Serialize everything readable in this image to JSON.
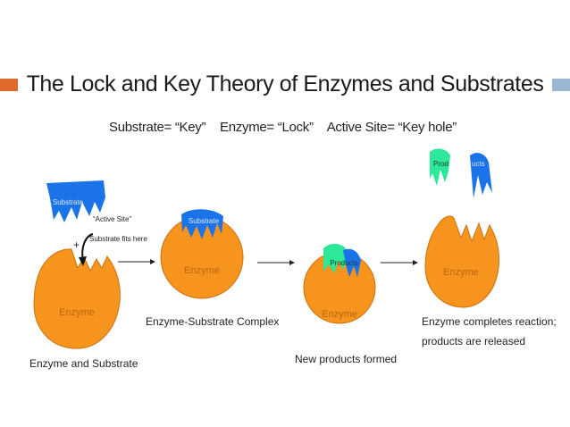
{
  "title": "The Lock and Key Theory of Enzymes and Substrates",
  "definitions": {
    "substrate": "Substrate= “Key”",
    "enzyme": "Enzyme= “Lock”",
    "active_site": "Active Site= “Key hole”"
  },
  "stage1": {
    "substrate_label": "Substrate",
    "active_site_label": "“Active Site”",
    "fits_label": "Substrate fits here",
    "plus": "+",
    "enzyme_label": "Enzyme",
    "caption": "Enzyme and Substrate"
  },
  "stage2": {
    "substrate_label": "Substrate",
    "enzyme_label": "Enzyme",
    "caption": "Enzyme-Substrate Complex"
  },
  "stage3": {
    "products_label": "Products",
    "enzyme_label": "Enzyme",
    "caption": "New products formed"
  },
  "stage4": {
    "prod_label_left": "Prod",
    "prod_label_right": "ucts",
    "enzyme_label": "Enzyme",
    "caption_line1": "Enzyme completes reaction;",
    "caption_line2": "products are released"
  },
  "colors": {
    "enzyme": "#f7941d",
    "enzyme_stroke": "#c97412",
    "substrate": "#1a73e8",
    "product": "#2ee89a",
    "accent_left": "#e06a2c",
    "accent_right": "#9bb7d4"
  }
}
